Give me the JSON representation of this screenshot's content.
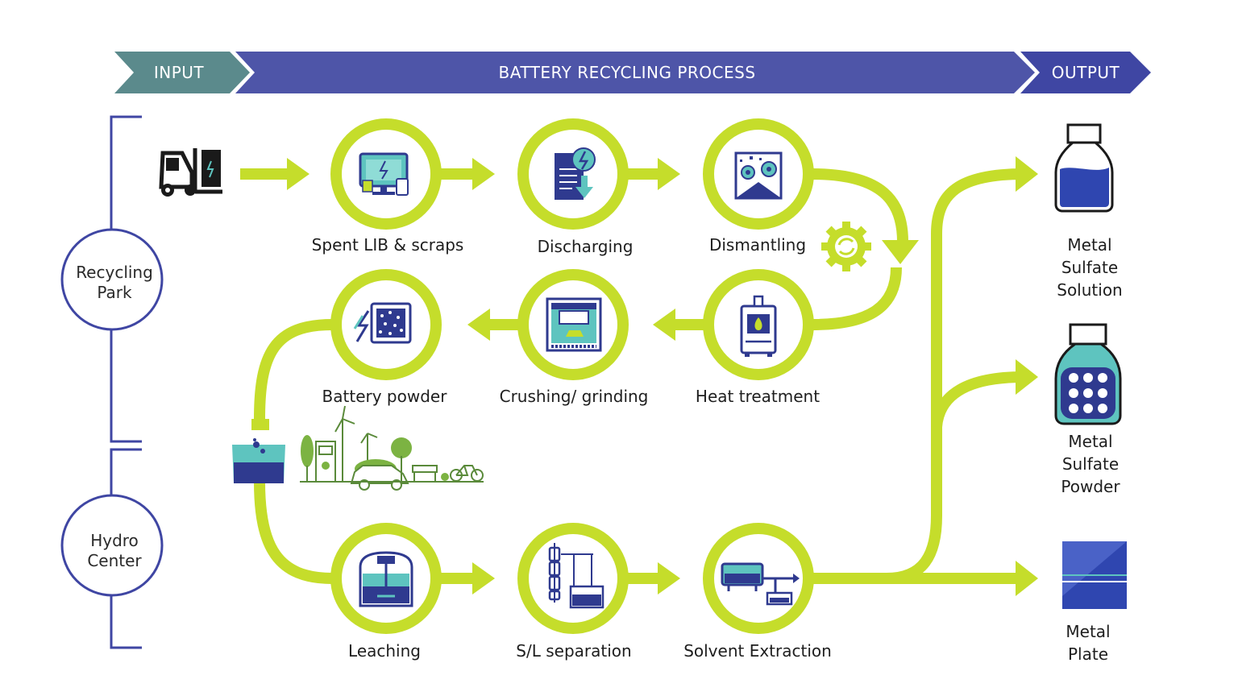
{
  "banner": {
    "input": "INPUT",
    "process": "BATTERY RECYCLING PROCESS",
    "output": "OUTPUT"
  },
  "sites": {
    "recycling_park": "Recycling Park",
    "hydro_center": "Hydro Center"
  },
  "steps": {
    "spent_lib": "Spent LIB & scraps",
    "discharging": "Discharging",
    "dismantling": "Dismantling",
    "heat_treatment": "Heat treatment",
    "crushing": "Crushing/ grinding",
    "battery_powder": "Battery powder",
    "leaching": "Leaching",
    "sl_separation": "S/L separation",
    "solvent_extraction": "Solvent Extraction"
  },
  "outputs": {
    "solution": "Metal Sulfate Solution",
    "powder": "Metal Sulfate Powder",
    "plate": "Metal Plate"
  },
  "colors": {
    "flow_green": "#c5dd2b",
    "banner_input": "#5b8a8c",
    "banner_process": "#4e55a8",
    "banner_output": "#3f46a3",
    "navy": "#2f3a8f",
    "teal": "#5ec4bf"
  }
}
